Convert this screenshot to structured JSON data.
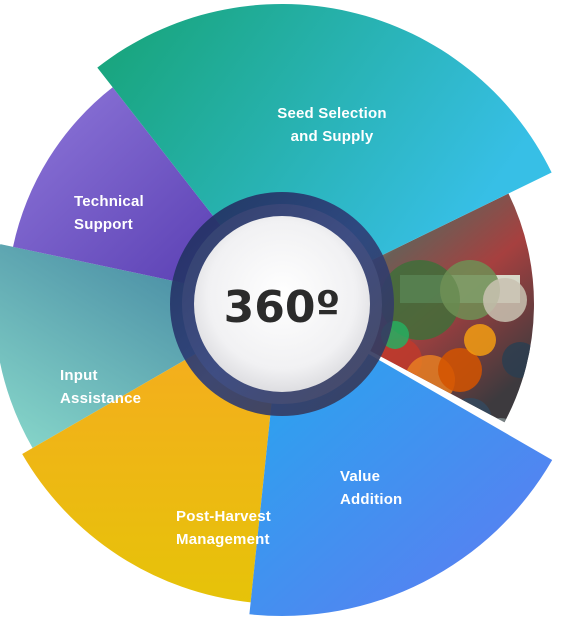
{
  "center": {
    "text": "360º"
  },
  "segments": [
    {
      "id": "seed-selection",
      "lines": [
        "Seed Selection",
        "and Supply"
      ],
      "color_from": "#17a57d",
      "color_to": "#36bde3"
    },
    {
      "id": "photo",
      "lines": [],
      "color_from": "#6d5a48",
      "color_to": "#3c3a3d"
    },
    {
      "id": "value-addition",
      "lines": [
        "Value",
        "Addition"
      ],
      "color_from": "#2e9ff0",
      "color_to": "#5a82f2"
    },
    {
      "id": "post-harvest",
      "lines": [
        "Post-Harvest",
        "Management"
      ],
      "color_from": "#f2b31b",
      "color_to": "#e8c10a"
    },
    {
      "id": "input-assistance",
      "lines": [
        "Input",
        "Assistance"
      ],
      "color_from": "#4f9aa6",
      "color_to": "#7ecdc7"
    },
    {
      "id": "technical-support",
      "lines": [
        "Technical",
        "Support"
      ],
      "color_from": "#8a6fd6",
      "color_to": "#5e43b8"
    }
  ]
}
